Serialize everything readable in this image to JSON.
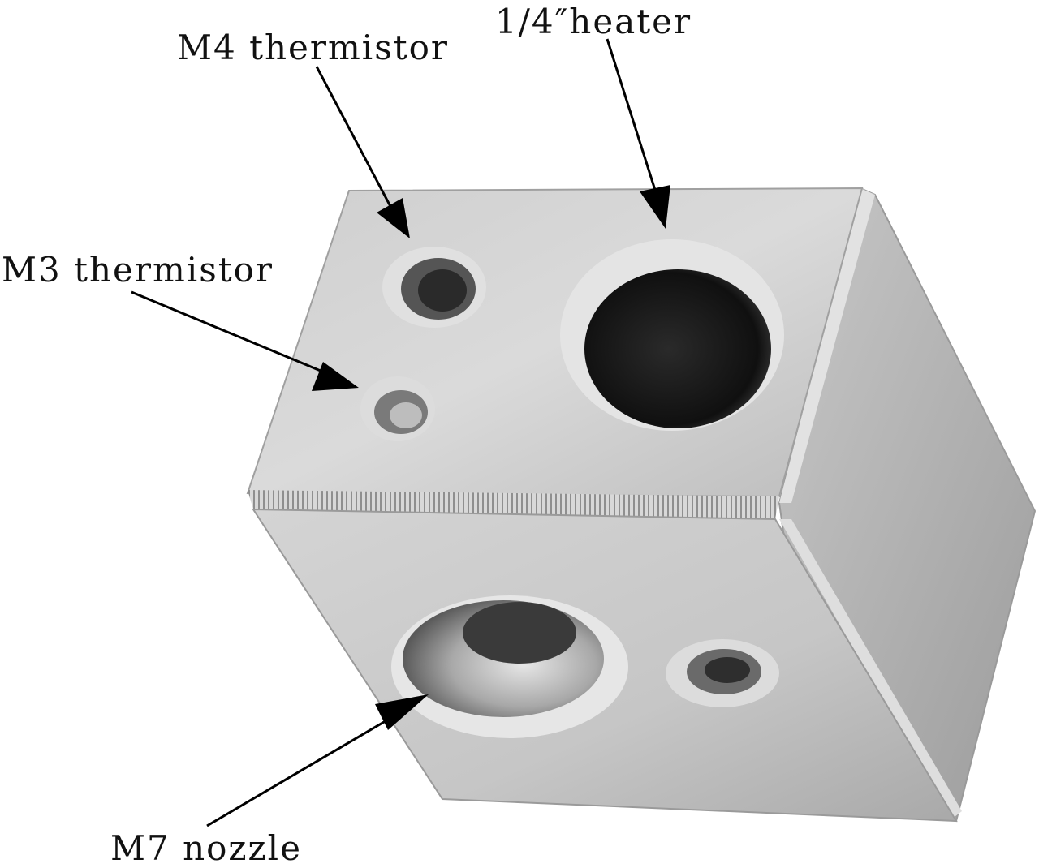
{
  "labels": {
    "heater": "1/4″heater",
    "m4_thermistor": "M4 thermistor",
    "m3_thermistor": "M3 thermistor",
    "m7_nozzle": "M7 nozzle"
  },
  "colors": {
    "background": "#ffffff",
    "text": "#111111",
    "arrow": "#000000",
    "metal_light": "#d9d9d9",
    "metal_mid": "#b9b9b9",
    "metal_dark": "#8a8a8a",
    "hole_dark": "#1a1a1a"
  }
}
